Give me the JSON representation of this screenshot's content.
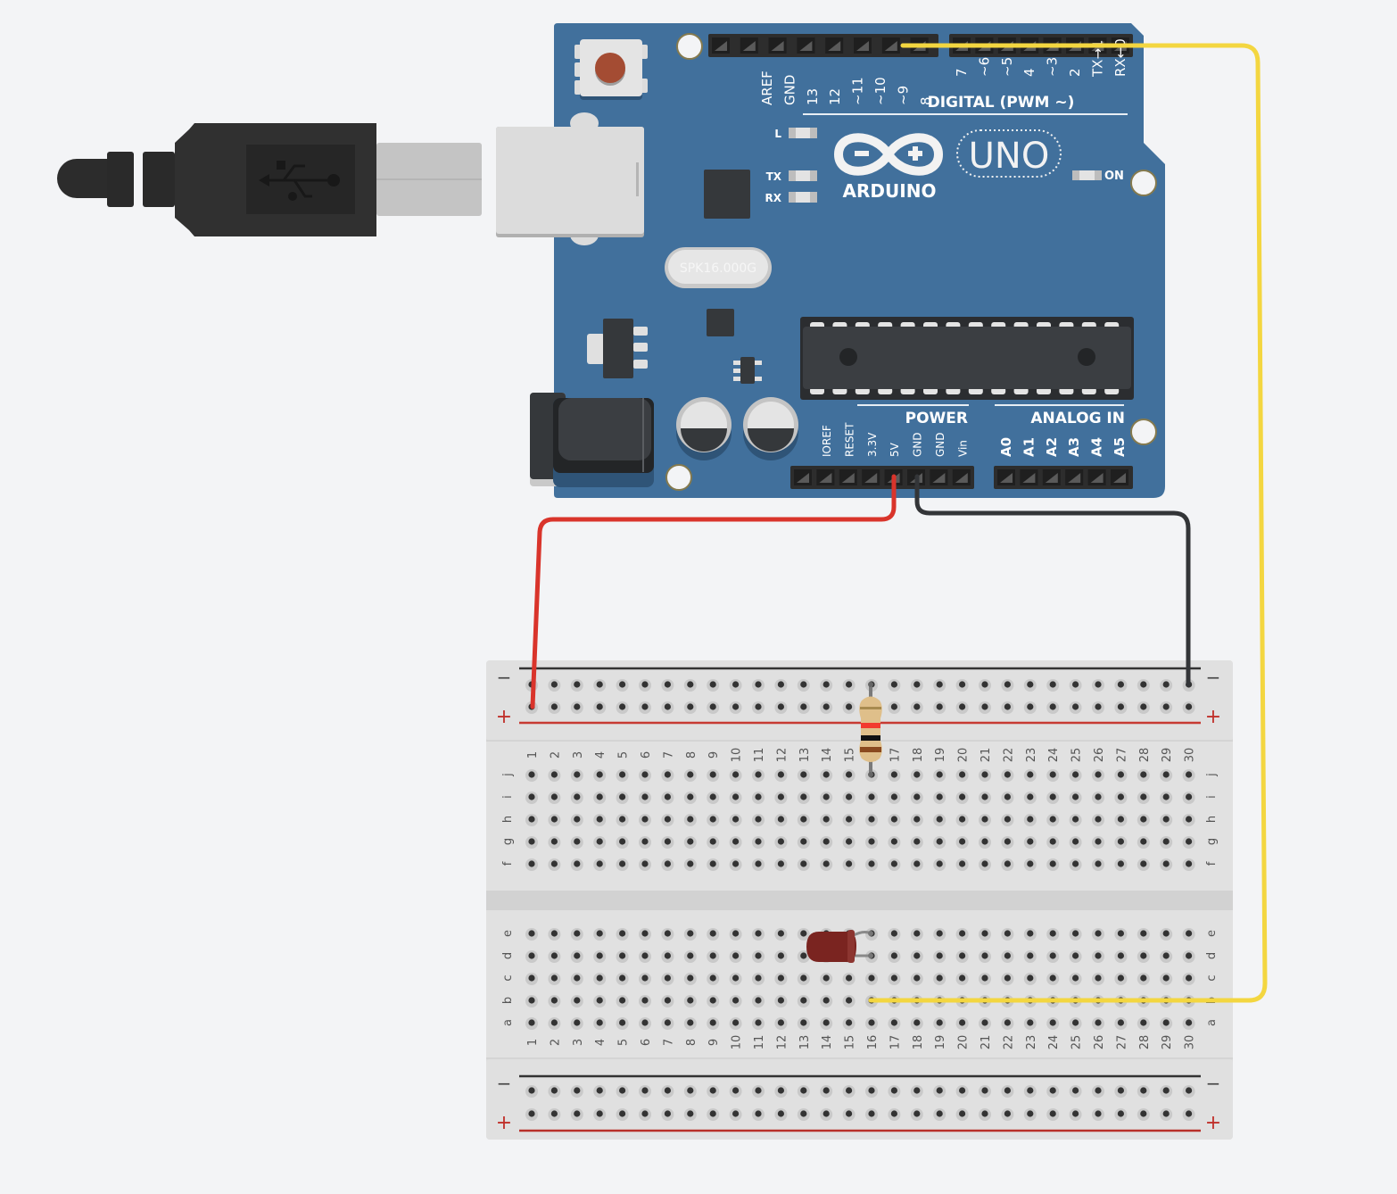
{
  "arduino": {
    "brand": "ARDUINO",
    "model": "UNO",
    "crystal_label": "SPK16.000G",
    "section_labels": {
      "digital": "DIGITAL (PWM ~)",
      "power": "POWER",
      "analog": "ANALOG IN"
    },
    "led_labels": {
      "l": "L",
      "tx": "TX",
      "rx": "RX",
      "on": "ON"
    },
    "digital_pins_left": [
      "AREF",
      "GND",
      "13",
      "12",
      "~11",
      "~10",
      "~9",
      "8"
    ],
    "digital_pins_right": [
      "7",
      "~6",
      "~5",
      "4",
      "~3",
      "2",
      "TX→1",
      "RX←0"
    ],
    "power_pins": [
      "IOREF",
      "RESET",
      "3.3V",
      "5V",
      "GND",
      "GND",
      "Vin"
    ],
    "analog_pins": [
      "A0",
      "A1",
      "A2",
      "A3",
      "A4",
      "A5"
    ],
    "board_color": "#41709c"
  },
  "breadboard": {
    "columns": 30,
    "top_rows": [
      "j",
      "i",
      "h",
      "g",
      "f"
    ],
    "bottom_rows": [
      "e",
      "d",
      "c",
      "b",
      "a"
    ],
    "rail_minus_label": "−",
    "rail_plus_label": "+"
  },
  "components": {
    "resistor": {
      "name": "resistor",
      "bands": [
        "#f23b2f",
        "#111111",
        "#8a4a1f"
      ],
      "from": "top-rail-minus col 16",
      "to": "j16"
    },
    "led": {
      "name": "led",
      "color": "#7a2420",
      "anode": "e16",
      "cathode": "d16"
    }
  },
  "wires": [
    {
      "name": "wire-5v",
      "color": "#d9342b",
      "from": "5V",
      "to": "+ rail col 1"
    },
    {
      "name": "wire-gnd",
      "color": "#333538",
      "from": "GND",
      "to": "− rail col 30"
    },
    {
      "name": "wire-pin9",
      "color": "#f3d640",
      "from": "~9",
      "to": "b16"
    }
  ]
}
